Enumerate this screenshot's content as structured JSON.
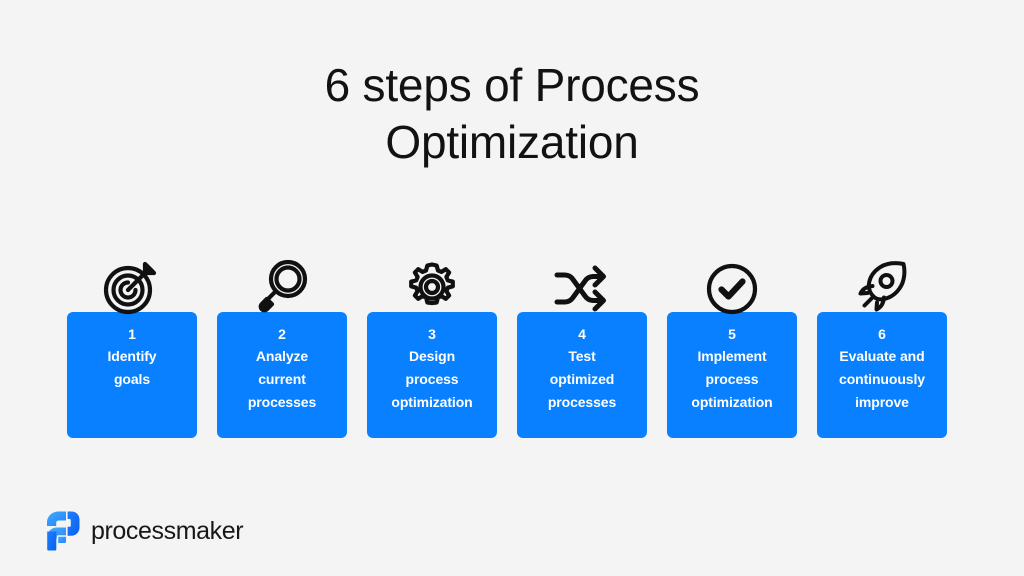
{
  "slide": {
    "background_color": "#f4f4f4",
    "title": "6 steps of Process\nOptimization",
    "title_color": "#121212"
  },
  "palette": {
    "card_blue": "#0880ff",
    "card_text": "#ffffff",
    "icon_stroke": "#111111",
    "logo_blue_light": "#2f9bff",
    "logo_blue_dark": "#0a6cf5",
    "wordmark_color": "#181818"
  },
  "steps": [
    {
      "number": "1",
      "label": "Identify\ngoals",
      "icon": "target-arrow-icon"
    },
    {
      "number": "2",
      "label": "Analyze\ncurrent\nprocesses",
      "icon": "magnifying-glass-icon"
    },
    {
      "number": "3",
      "label": "Design\nprocess\noptimization",
      "icon": "gear-icon"
    },
    {
      "number": "4",
      "label": "Test\noptimized\nprocesses",
      "icon": "shuffle-arrows-icon"
    },
    {
      "number": "5",
      "label": "Implement\nprocess\noptimization",
      "icon": "check-circle-icon"
    },
    {
      "number": "6",
      "label": "Evaluate and\ncontinuously\nimprove",
      "icon": "rocket-icon"
    }
  ],
  "logo": {
    "mark": "processmaker-logo-mark",
    "wordmark": "processmaker"
  }
}
